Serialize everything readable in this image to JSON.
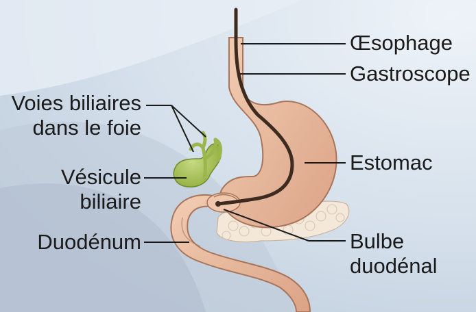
{
  "labels": {
    "oesophage": "Œsophage",
    "gastroscope": "Gastroscope",
    "voies_line1": "Voies biliaires",
    "voies_line2": "dans le foie",
    "estomac": "Estomac",
    "vesicule_line1": "Vésicule",
    "vesicule_line2": "biliaire",
    "duodenum": "Duodénum",
    "bulbe_line1": "Bulbe",
    "bulbe_line2": "duodénal"
  },
  "colors": {
    "background_light": "#dfe8f1",
    "background_arc_outer": "#c9d5e2",
    "background_arc_inner": "#b9c5d3",
    "stomach_fill": "#e8b99c",
    "stomach_outline": "#a8755a",
    "gallbladder": "#a8c25a",
    "pancreas": "#f3e6d8",
    "gastroscope": "#3d2b1f",
    "leader_line": "#1a1a1a"
  }
}
